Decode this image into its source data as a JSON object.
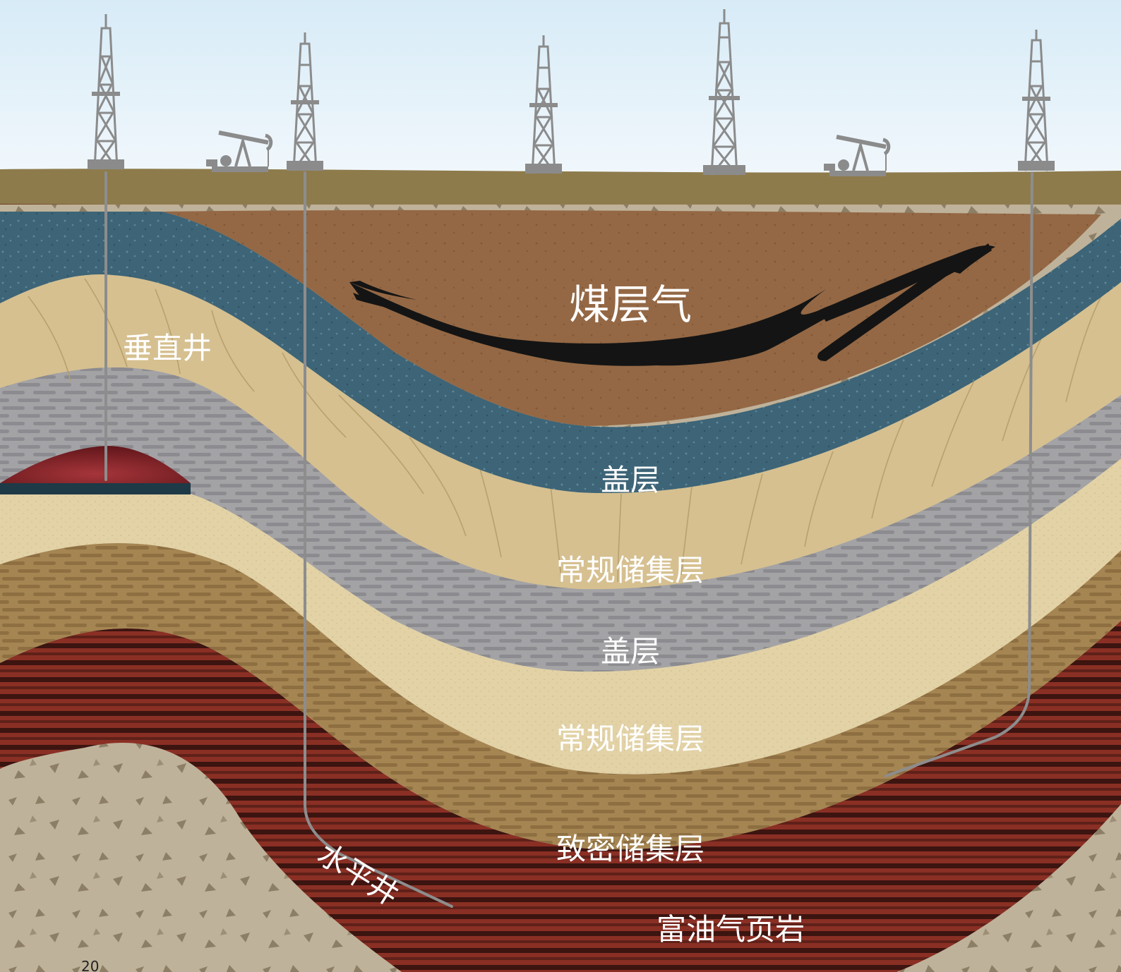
{
  "labels": {
    "coalbed_gas": "煤层气",
    "vertical_well": "垂直井",
    "cap_rock_upper": "盖层",
    "conventional_reservoir_upper": "常规储集层",
    "cap_rock_lower": "盖层",
    "conventional_reservoir_lower": "常规储集层",
    "tight_reservoir": "致密储集层",
    "horizontal_well": "水平井",
    "oil_gas_shale": "富油气页岩",
    "page_number": "20"
  },
  "colors": {
    "sky_top": "#d7ebf7",
    "sky_bottom": "#f2f8fc",
    "surface": "#8e7b4c",
    "brown_layer": "#946845",
    "blue_layer": "#3d6477",
    "cream_layer": "#d6c090",
    "gray_brick": "#a3a3a6",
    "pale_sand": "#e2d2a6",
    "tan_brick": "#a58552",
    "shale_dark": "#5e2119",
    "shale_red": "#8a2f24",
    "base_rock": "#bfb29a",
    "coal": "#141414",
    "well_pipe": "#8d8d8d",
    "derrick": "#8b8b8b"
  },
  "icons": {
    "derrick": "oil-derrick-icon",
    "pumpjack": "pumpjack-icon"
  }
}
